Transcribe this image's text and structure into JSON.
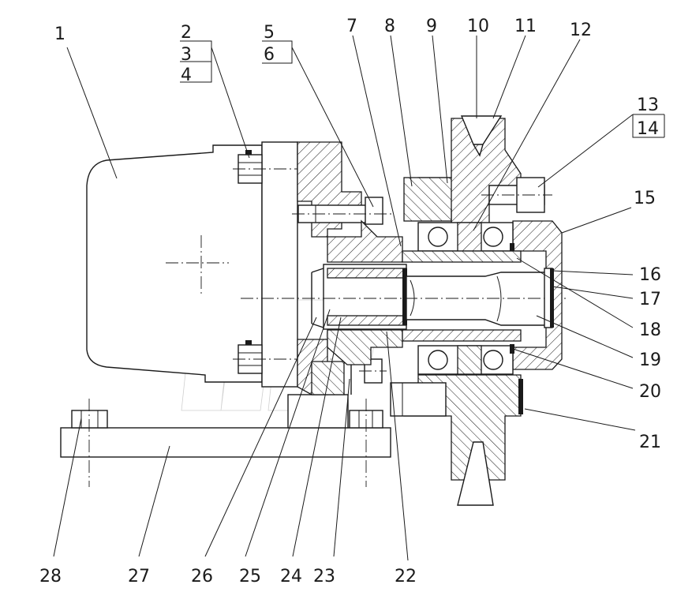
{
  "labels": {
    "l1": "1",
    "l2": "2",
    "l3": "3",
    "l4": "4",
    "l5": "5",
    "l6": "6",
    "l7": "7",
    "l8": "8",
    "l9": "9",
    "l10": "10",
    "l11": "11",
    "l12": "12",
    "l13": "13",
    "l14": "14",
    "l15": "15",
    "l16": "16",
    "l17": "17",
    "l18": "18",
    "l19": "19",
    "l20": "20",
    "l21": "21",
    "l22": "22",
    "l23": "23",
    "l24": "24",
    "l25": "25",
    "l26": "26",
    "l27": "27",
    "l28": "28"
  }
}
